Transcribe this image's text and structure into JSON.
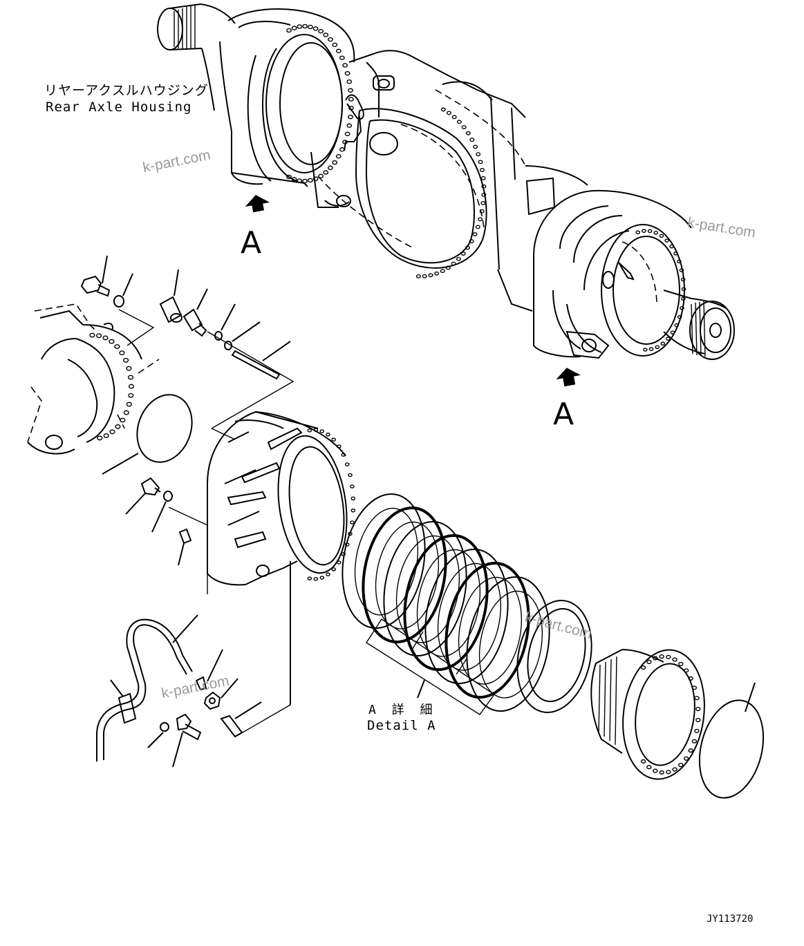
{
  "labels": {
    "housing_jp": "リヤーアクスルハウジング",
    "housing_en": "Rear Axle Housing",
    "view_marker_1": "A",
    "view_marker_2": "A",
    "detail_jp": "A 詳 細",
    "detail_en": "Detail A",
    "drawing_code": "JY113720"
  },
  "watermarks": [
    "k-part.com",
    "k-part.com",
    "k-part.com",
    "k-part.com"
  ],
  "icons": [
    "view-arrow-icon"
  ]
}
